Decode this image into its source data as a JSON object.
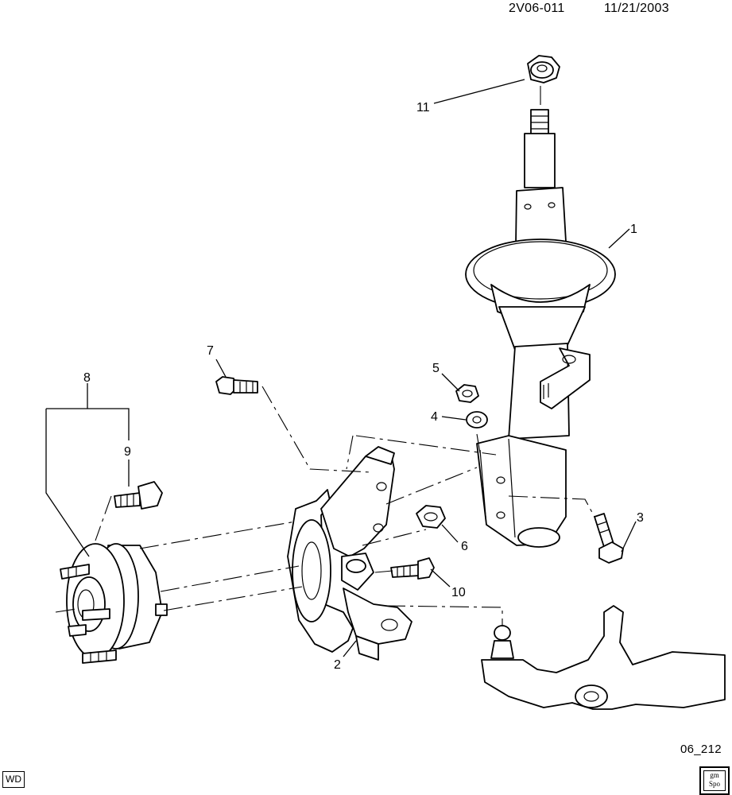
{
  "header": {
    "doc_id": "2V06-011",
    "date": "11/21/2003"
  },
  "footer": {
    "figure_no": "06_212",
    "badge": "WD",
    "logo_line1": "gm",
    "logo_line2": "Spo"
  },
  "callouts": [
    "1",
    "2",
    "3",
    "4",
    "5",
    "6",
    "7",
    "8",
    "9",
    "10",
    "11"
  ]
}
